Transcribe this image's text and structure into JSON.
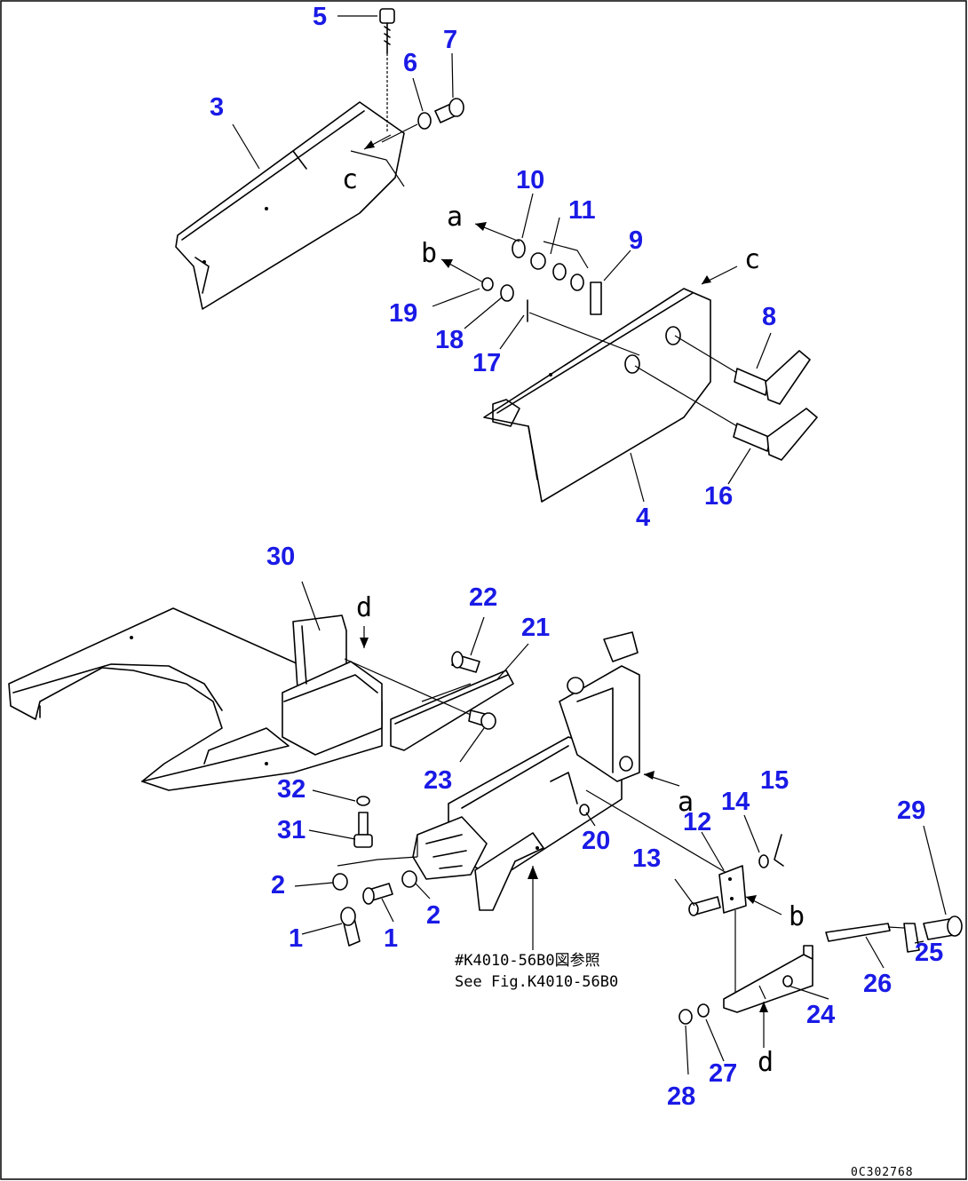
{
  "part_numbers": [
    "1",
    "1",
    "2",
    "2",
    "3",
    "4",
    "5",
    "6",
    "7",
    "8",
    "9",
    "10",
    "11",
    "12",
    "13",
    "14",
    "15",
    "16",
    "17",
    "18",
    "19",
    "20",
    "21",
    "22",
    "23",
    "24",
    "25",
    "26",
    "27",
    "28",
    "29",
    "30",
    "31",
    "32"
  ],
  "reference_letters": [
    "a",
    "a",
    "b",
    "b",
    "c",
    "c",
    "d",
    "d"
  ],
  "see_figure": {
    "line1": "#K4010-56B0図参照",
    "line2": "See Fig.K4010-56B0"
  },
  "drawing_code": "0C302768"
}
